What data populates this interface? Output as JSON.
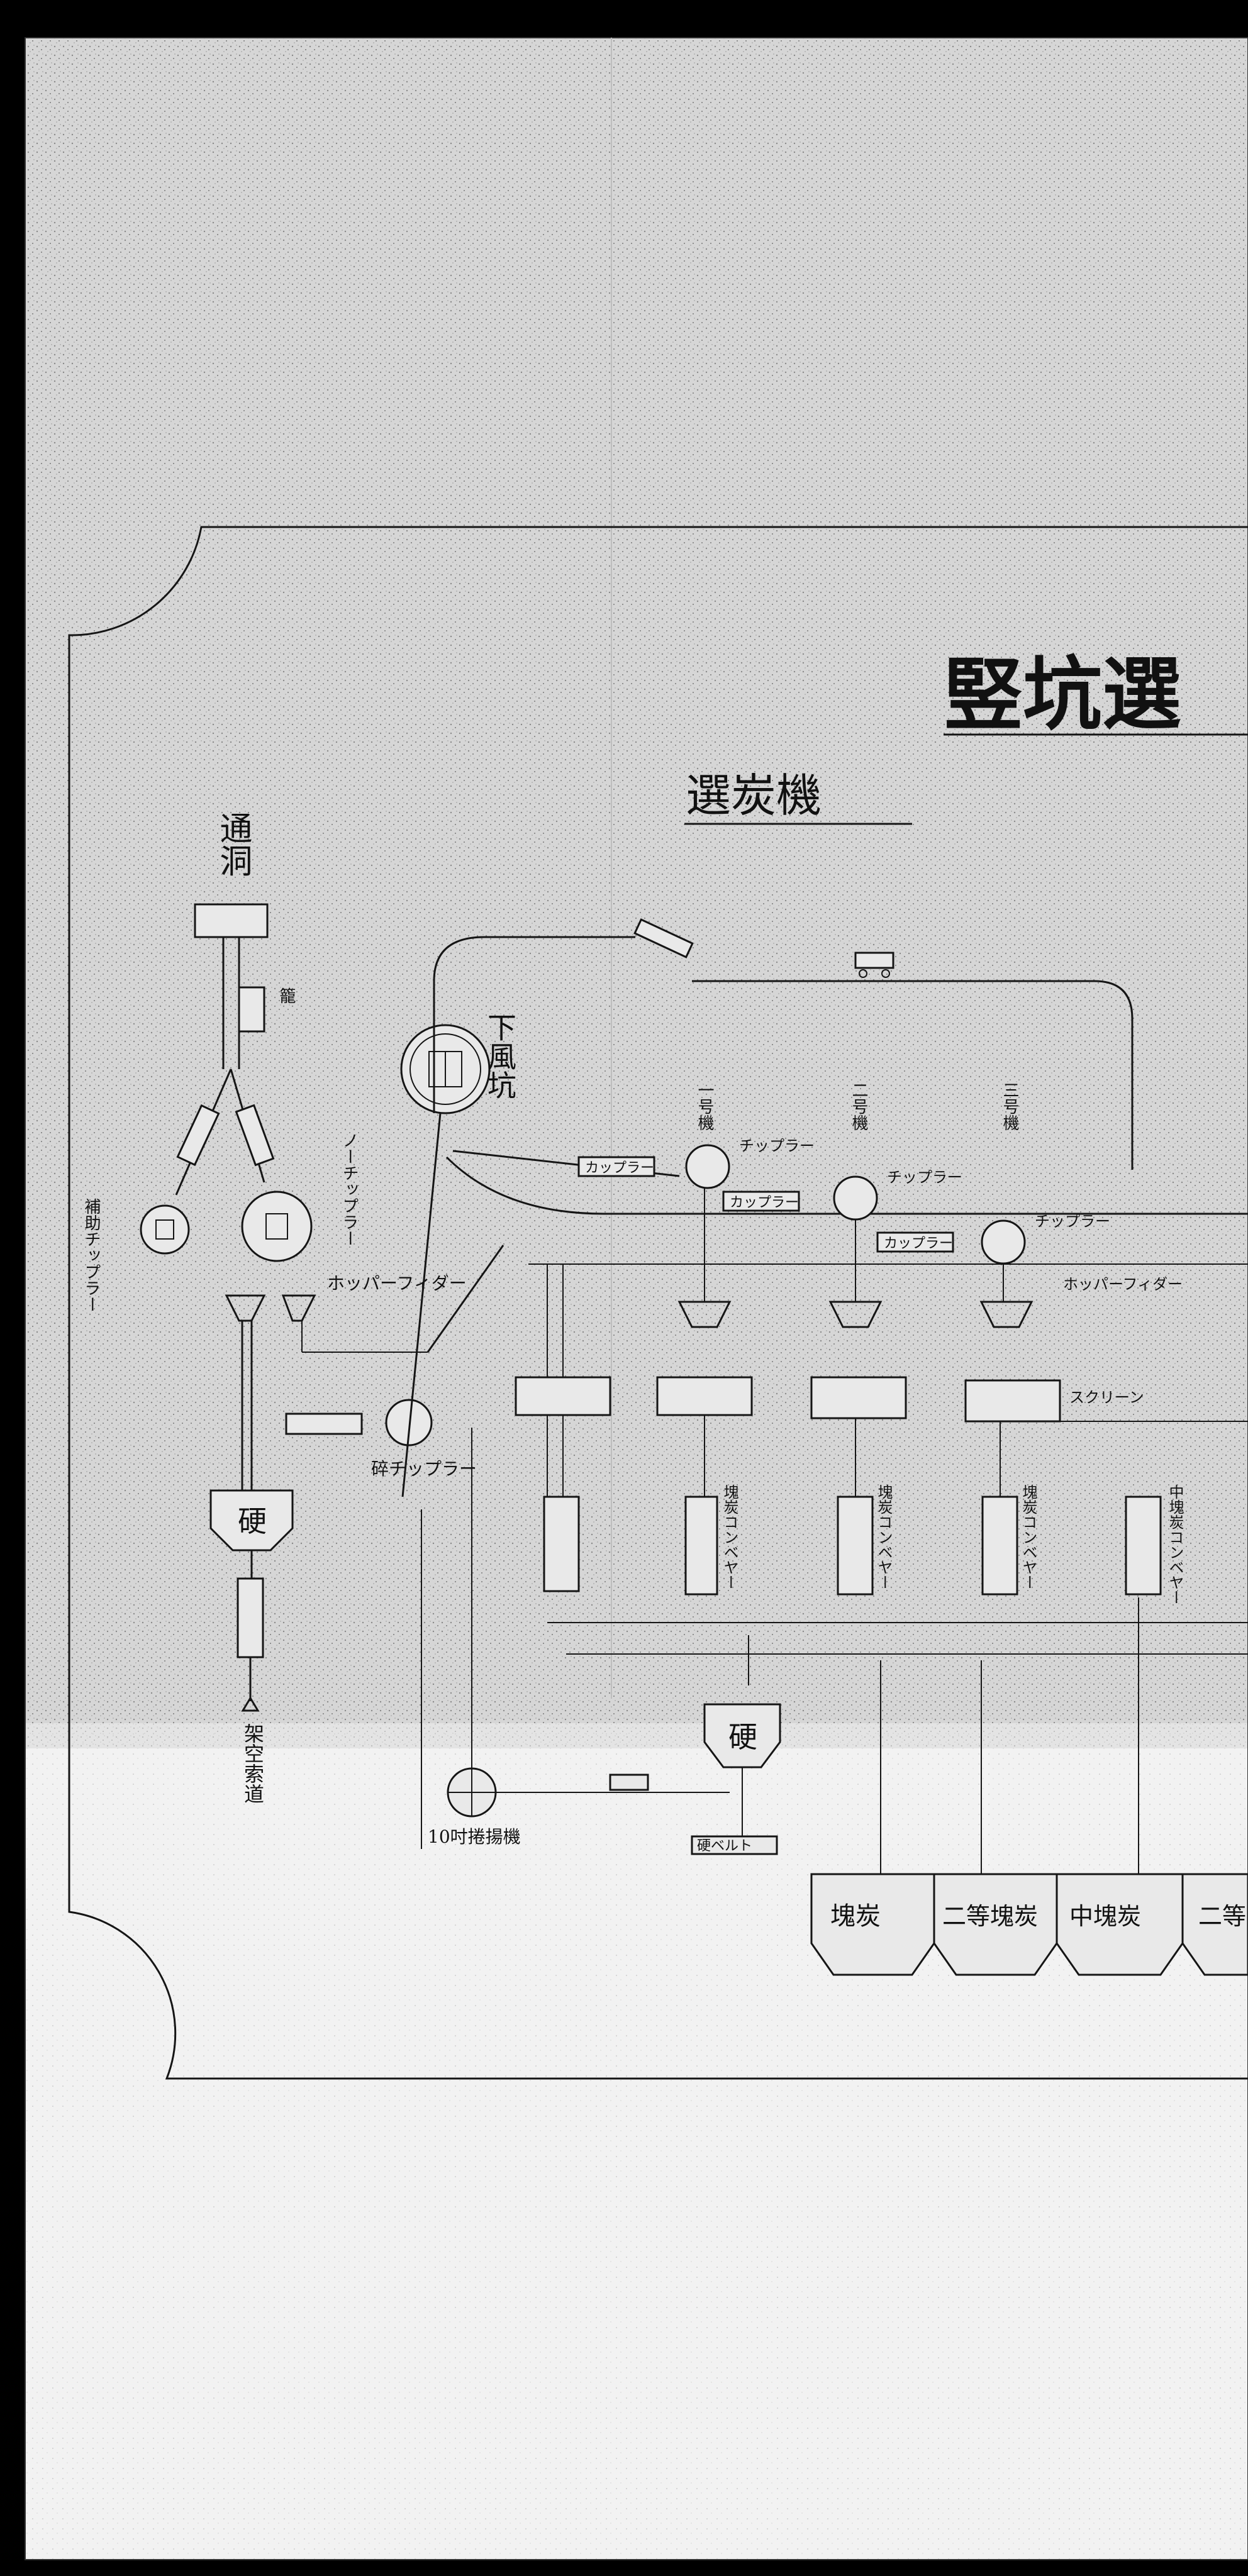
{
  "title": "竪坑選",
  "subtitle": "選炭機",
  "labels": {
    "shaft_top": "通洞",
    "downcast_shaft": "下風坑",
    "aux_tippler": "補助チップラー",
    "main_tippler": "ノーチップラー",
    "hopper_feeder_left": "ホッパーフィダー",
    "crush_tippler": "碎チップラー",
    "tippler_1": "チップラー",
    "tippler_2": "チップラー",
    "tippler_3": "チップラー",
    "conveyor_1": "カップラー",
    "conveyor_2": "カップラー",
    "conveyor_3": "カップラー",
    "hopper_feeder_right": "ホッパーフィダー",
    "screen_right": "スクリーン",
    "slack_conveyor_1": "塊炭コンベヤー",
    "slack_conveyor_2": "塊炭コンベヤー",
    "slack_conveyor_3": "塊炭コンベヤー",
    "middle_conveyor": "中塊炭コンベヤー",
    "stone_left": "硬",
    "stone_center": "硬",
    "stone_belt": "硬ベルト",
    "aerial_ropeway": "架空索道",
    "winder": "10吋捲揚機",
    "machine_1": "一号機",
    "machine_2": "二号機",
    "machine_3": "三号機"
  },
  "bins": [
    "塊炭",
    "二等塊炭",
    "中塊炭",
    "二等"
  ]
}
